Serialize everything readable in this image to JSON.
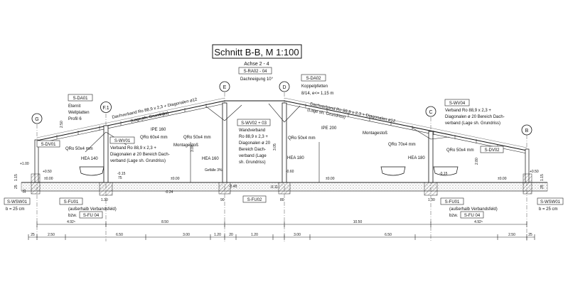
{
  "title": "Schnitt B-B, M 1:100",
  "subtitle": "Achse 2 - 4",
  "subtitle_ref": "S-RA02 - 04",
  "roof_pitch": "Dachneigung 10°",
  "axes": [
    "G",
    "F.1",
    "E",
    "D",
    "C",
    "B"
  ],
  "tags": {
    "da01": "S-DA01",
    "da02": "S-DA02",
    "wv04": "S-WV04",
    "wv01": "S-WV01",
    "wv02": "S-WV02 + 03",
    "dv01": "S-DV01",
    "dv02": "S-DV02",
    "fu01_left": "S-FU01",
    "fu04_left": "S-FU 04",
    "fu01_right": "S-FU01",
    "fu04_right": "S-FU 04",
    "fu02": "S-FU02",
    "wsw01_left": "S-WSW01",
    "wsw01_right": "S-WSW01"
  },
  "notes": {
    "da01": [
      "Eternit",
      "Wellplatten",
      "Profil 6"
    ],
    "da02": [
      "Koppelpfetten",
      "8/14, e<= 1,15 m"
    ],
    "wv04": [
      "Verband Ro 88,9 x 2,3 +",
      "Diagonalen ø 20 Bereich Dach-",
      "verband (Lage sh. Grundriss)"
    ],
    "wv01": [
      "Verband Ro 88,9 x 2,3 +",
      "Diagonalen ø 20 Bereich Dach-",
      "verband (Lage sh. Grundriss)"
    ],
    "wv02": [
      "Wandverband",
      "Ro 88,9 x 2,3 +",
      "Diagonalen ø 20",
      "Bereich Dach-",
      "verband (Lage",
      "sh. Grundriss)"
    ],
    "fu_left": [
      "(außerhalb Verbandsfeld)",
      "bzw."
    ],
    "fu_right": [
      "(außerhalb Verbandsfeld)",
      "bzw."
    ],
    "wsw_left": "b = 25 cm",
    "wsw_right": "b = 25 cm"
  },
  "roof_labels": {
    "left_bracing": "Dachverband Ro 88,9 x 2,3 + Diagonalen ø12",
    "left_bracing_note": "(Lage sh. Grundriss)",
    "right_bracing": "Dachverband Ro 88,9 x 2,3 + Diagonalen ø12",
    "right_bracing_note": "(Lage sh. Grundriss)"
  },
  "members": {
    "ipe160": "IPE 160",
    "ipe200": "IPE 200",
    "qro60_left": "QRo 60x4 mm",
    "qro50_a": "QRo 50x4 mm",
    "qro50_b": "QRo 50x4 mm",
    "qro50_c": "QRo 50x4 mm",
    "qro50_d": "QRo 50x4 mm",
    "qro70": "QRo 70x4 mm",
    "hea140": "HEA 140",
    "hea160": "HEA 160",
    "hea180_a": "HEA 180",
    "hea180_b": "HEA 180",
    "montage_left": "Montagestoß",
    "montage_right": "Montagestoß"
  },
  "levels": {
    "lv_100": "+1.00",
    "lv_050_left": "+0.50",
    "lv_000_a": "±0.00",
    "lv_m015": "-0.15",
    "lv_000_b": "±0.00",
    "lv_m024": "-0.24",
    "lv_m045": "-0.45",
    "lv_m060": "-0.60",
    "lv_m011": "-0.11",
    "lv_000_c": "±0.00",
    "lv_m015_r": "-0.15",
    "lv_000_d": "±0.00",
    "lv_050_right": "+0.50",
    "gefaelle": "Gefälle 3%"
  },
  "dims_top": [
    "25",
    "2.50",
    "6.50",
    "3.00",
    "1.20",
    "20",
    "1.20",
    "3.00",
    "6.50",
    "2.50",
    "25"
  ],
  "dims_mid": [
    "4.92⁵",
    "8.50",
    "10.50",
    "4.92⁵"
  ],
  "dims_small": [
    "1.30",
    "90",
    "80",
    "1.30",
    "75"
  ],
  "heights": [
    "2.50",
    "3.00",
    "3.05",
    "2.80"
  ],
  "left_vertical": [
    "1.15",
    "25",
    "15"
  ],
  "right_vertical": [
    "1.15",
    "25"
  ]
}
